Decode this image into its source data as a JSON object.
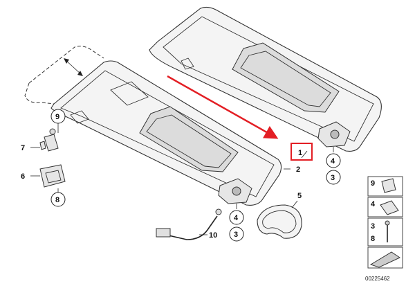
{
  "callouts": {
    "c1": "1",
    "c2": "2",
    "c3a": "3",
    "c3b": "3",
    "c4a": "4",
    "c4b": "4",
    "c5": "5",
    "c6": "6",
    "c7": "7",
    "c8": "8",
    "c9": "9",
    "c10": "10"
  },
  "legend": {
    "l9": "9",
    "l4": "4",
    "l3": "3",
    "l8": "8"
  },
  "diagram_id": "00225462",
  "colors": {
    "highlight": "#e31e24",
    "line": "#333333",
    "fill": "#f4f4f4"
  }
}
